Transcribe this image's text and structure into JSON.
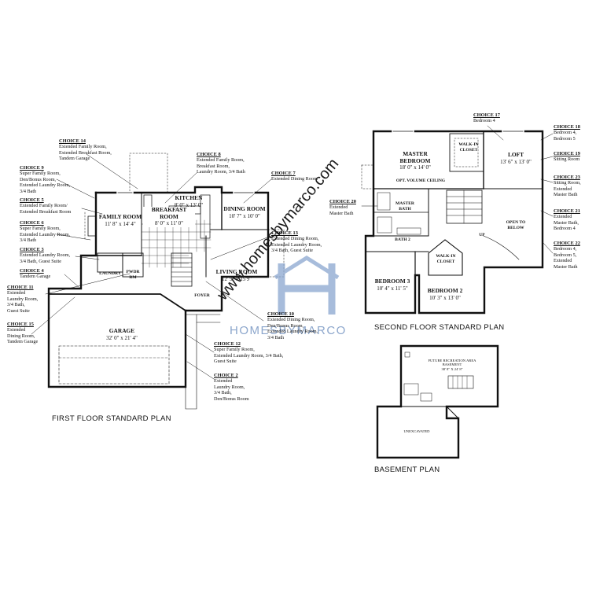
{
  "watermark": {
    "url": "www.homesbymarco.com",
    "brand": "HOMESBYMARCO",
    "color": "#8aa6cf"
  },
  "titles": {
    "first_floor": "FIRST FLOOR STANDARD PLAN",
    "second_floor": "SECOND FLOOR STANDARD PLAN",
    "basement": "BASEMENT PLAN"
  },
  "first_floor": {
    "rooms": {
      "family": {
        "name": "FAMILY ROOM",
        "dims": "11' 8\" x 14' 4\""
      },
      "kitchen": {
        "name": "KITCHEN",
        "dims": "8' 0\" x 13' 0\""
      },
      "breakfast": {
        "name": "BREAKFAST ROOM",
        "dims": "8' 0\" x 11' 0\""
      },
      "dining": {
        "name": "DINING ROOM",
        "dims": "10' 7\" x 10' 0\""
      },
      "living": {
        "name": "LIVING ROOM",
        "dims": "12' 9\" x 15'9\""
      },
      "laundry": "LAUNDRY",
      "pwdr": "PWDR RM",
      "foyer": "FOYER",
      "garage": {
        "name": "GARAGE",
        "dims": "32' 0\" x 21' 4\""
      }
    },
    "choices": [
      {
        "label": "CHOICE 14",
        "text": "Extended Family Room,\nExtended Breakfast Room,\nTandem Garage"
      },
      {
        "label": "CHOICE 9",
        "text": "Super Family Room,\nDen/Bonus Room,\nExtended Laundry Room,\n3/4 Bath"
      },
      {
        "label": "CHOICE 5",
        "text": "Extended Family Room/\nExtended Breakfast Room"
      },
      {
        "label": "CHOICE 6",
        "text": "Super Family Room,\nExtended Laundry Room,\n3/4 Bath"
      },
      {
        "label": "CHOICE 3",
        "text": "Extended Laundry Room,\n3/4 Bath, Guest Suite"
      },
      {
        "label": "CHOICE 4",
        "text": "Tandem Garage"
      },
      {
        "label": "CHOICE 11",
        "text": "Extended\nLaundry Room,\n3/4 Bath,\nGuest Suite"
      },
      {
        "label": "CHOICE 15",
        "text": "Extended\nDining Room,\nTandem Garage"
      },
      {
        "label": "CHOICE 8",
        "text": "Extended Family Room,\nBreakfast Room,\nLaundry Room, 3/4 Bath"
      },
      {
        "label": "CHOICE 7",
        "text": "Extended Dining Room"
      },
      {
        "label": "CHOICE 13",
        "text": "Extended Dining Room,\nExtended Laundry Room,\n3/4 Bath, Guest Suite"
      },
      {
        "label": "CHOICE 10",
        "text": "Extended Dining Room,\nDen/Bonus Room,\nExtended Laundry Room,\n3/4 Bath"
      },
      {
        "label": "CHOICE 12",
        "text": "Super Family Room,\nExtended Laundry Room, 3/4 Bath,\nGuest Suite"
      },
      {
        "label": "CHOICE 2",
        "text": "Extended\nLaundry Room,\n3/4 Bath,\nDen/Bonus Room"
      }
    ]
  },
  "second_floor": {
    "rooms": {
      "master": {
        "name": "MASTER BEDROOM",
        "dims": "18' 0\" x 14' 0\""
      },
      "walkin1": "WALK-IN CLOSET",
      "vol": "OPT. VOLUME CEILING",
      "loft": {
        "name": "LOFT",
        "dims": "13' 6\" x 13' 0\""
      },
      "master_bath": "MASTER BATH",
      "bath2": "BATH 2",
      "walkin2": "WALK-IN CLOSET",
      "open": "OPEN TO BELOW",
      "up": "UP",
      "bed3": {
        "name": "BEDROOM 3",
        "dims": "10' 4\" x 11' 5\""
      },
      "bed2": {
        "name": "BEDROOM 2",
        "dims": "10' 3\" x 13' 0\""
      }
    },
    "choices": [
      {
        "label": "CHOICE 17",
        "text": "Bedroom 4"
      },
      {
        "label": "CHOICE 18",
        "text": "Bedroom 4,\nBedroom 5"
      },
      {
        "label": "CHOICE 19",
        "text": "Sitting Room"
      },
      {
        "label": "CHOICE 23",
        "text": "Sitting Room,\nExtended\nMaster Bath"
      },
      {
        "label": "CHOICE 21",
        "text": "Extended\nMaster Bath,\nBedroom 4"
      },
      {
        "label": "CHOICE 22",
        "text": "Bedroom 4,\nBedroom 5,\nExtended\nMaster Bath"
      },
      {
        "label": "CHOICE 20",
        "text": "Extended\nMaster Bath"
      }
    ]
  },
  "basement": {
    "future": "FUTURE RECREATION AREA",
    "basement_label": "BASEMENT",
    "dims": "38' 8\" X 24' 8\"",
    "unexcavated": "UNEXCAVATED"
  }
}
